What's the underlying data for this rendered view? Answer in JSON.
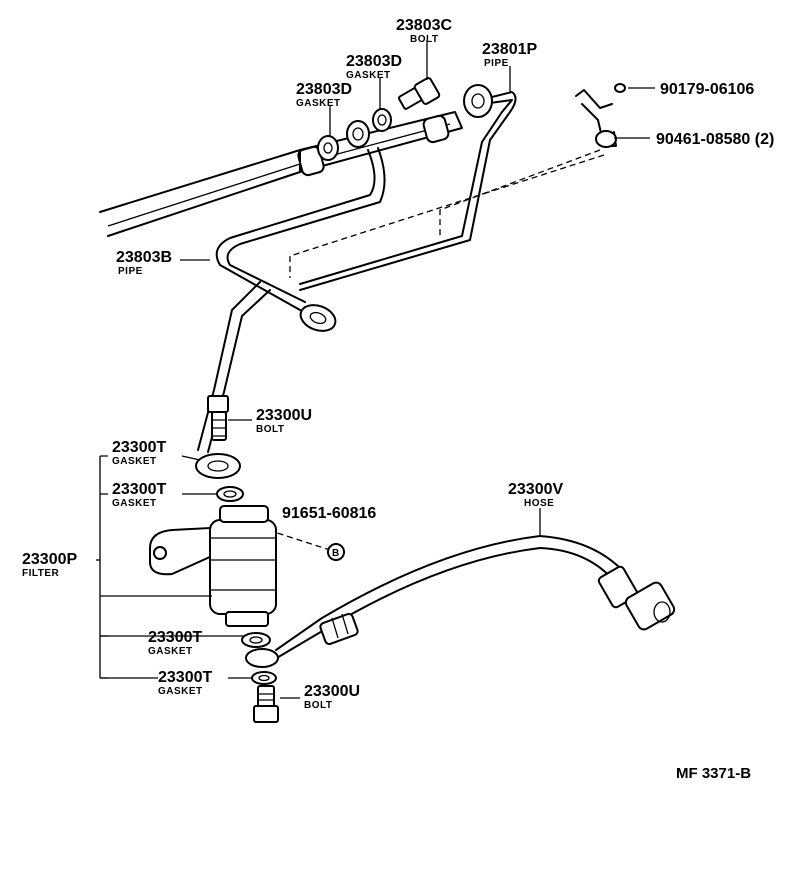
{
  "labels": {
    "bolt_top": {
      "num": "23803C",
      "desc": "BOLT"
    },
    "gasket_top1": {
      "num": "23803D",
      "desc": "GASKET"
    },
    "gasket_top2": {
      "num": "23803D",
      "desc": "GASKET"
    },
    "pipe_right": {
      "num": "23801P",
      "desc": "PIPE"
    },
    "clip_part": {
      "num": "90179-06106"
    },
    "clamp_part": {
      "num": "90461-08580 (2)"
    },
    "pipe_left": {
      "num": "23803B",
      "desc": "PIPE"
    },
    "bolt_mid": {
      "num": "23300U",
      "desc": "BOLT"
    },
    "gasket_f1": {
      "num": "23300T",
      "desc": "GASKET"
    },
    "gasket_f2": {
      "num": "23300T",
      "desc": "GASKET"
    },
    "bracket_part": {
      "num": "91651-60816"
    },
    "bracket_marker": "B",
    "hose": {
      "num": "23300V",
      "desc": "HOSE"
    },
    "filter": {
      "num": "23300P",
      "desc": "FILTER"
    },
    "gasket_f3": {
      "num": "23300T",
      "desc": "GASKET"
    },
    "gasket_f4": {
      "num": "23300T",
      "desc": "GASKET"
    },
    "bolt_low": {
      "num": "23300U",
      "desc": "BOLT"
    }
  },
  "footer_code": "MF 3371-B"
}
